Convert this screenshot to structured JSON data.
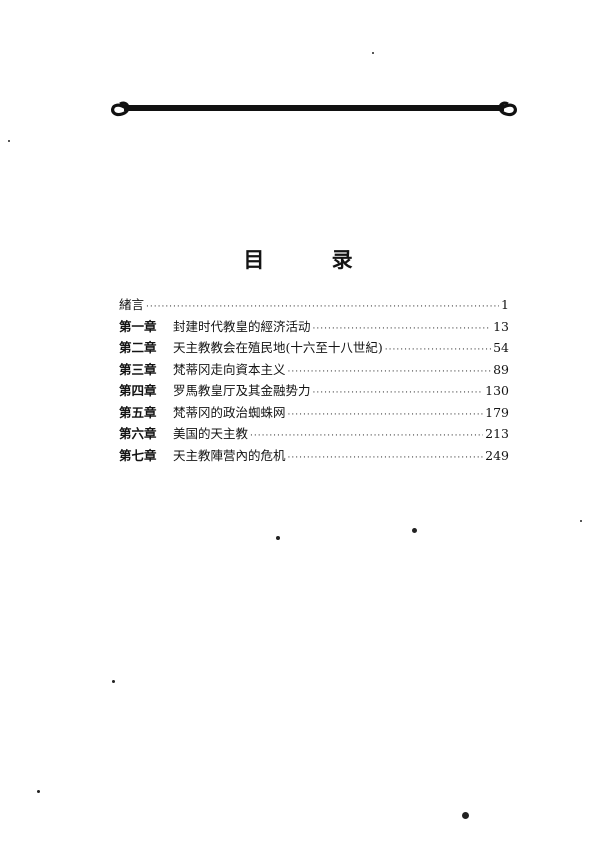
{
  "title": "目 录",
  "toc": [
    {
      "label": "緒言",
      "title": "",
      "page": "1"
    },
    {
      "label": "第一章",
      "title": "封建时代教皇的經济活动",
      "page": "13"
    },
    {
      "label": "第二章",
      "title": "天主教教会在殖民地(十六至十八世紀)",
      "page": "54"
    },
    {
      "label": "第三章",
      "title": "梵蒂冈走向資本主义",
      "page": "89"
    },
    {
      "label": "第四章",
      "title": "罗馬教皇厅及其金融势力",
      "page": "130"
    },
    {
      "label": "第五章",
      "title": "梵蒂冈的政治蜘蛛网",
      "page": "179"
    },
    {
      "label": "第六章",
      "title": "美国的天主教",
      "page": "213"
    },
    {
      "label": "第七章",
      "title": "天主教陣营內的危机",
      "page": "249"
    }
  ]
}
